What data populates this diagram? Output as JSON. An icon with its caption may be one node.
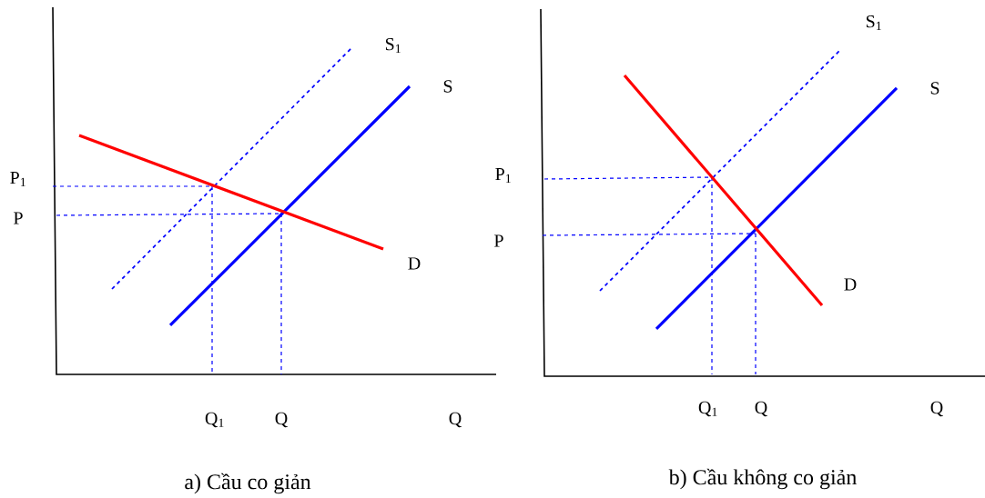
{
  "diagram": {
    "labels": [
      "S$_{1}$",
      "S",
      "P$_{1}$",
      "P",
      "D",
      "Q$_{1}$",
      "Q",
      "Q",
      "a) Cầu co giản",
      "S$_{1}$",
      "S",
      "P$_{1}$",
      "P",
      "D",
      "Q$_{1}$",
      "Q",
      "Q",
      "b) Cầu không co giản"
    ]
  }
}
